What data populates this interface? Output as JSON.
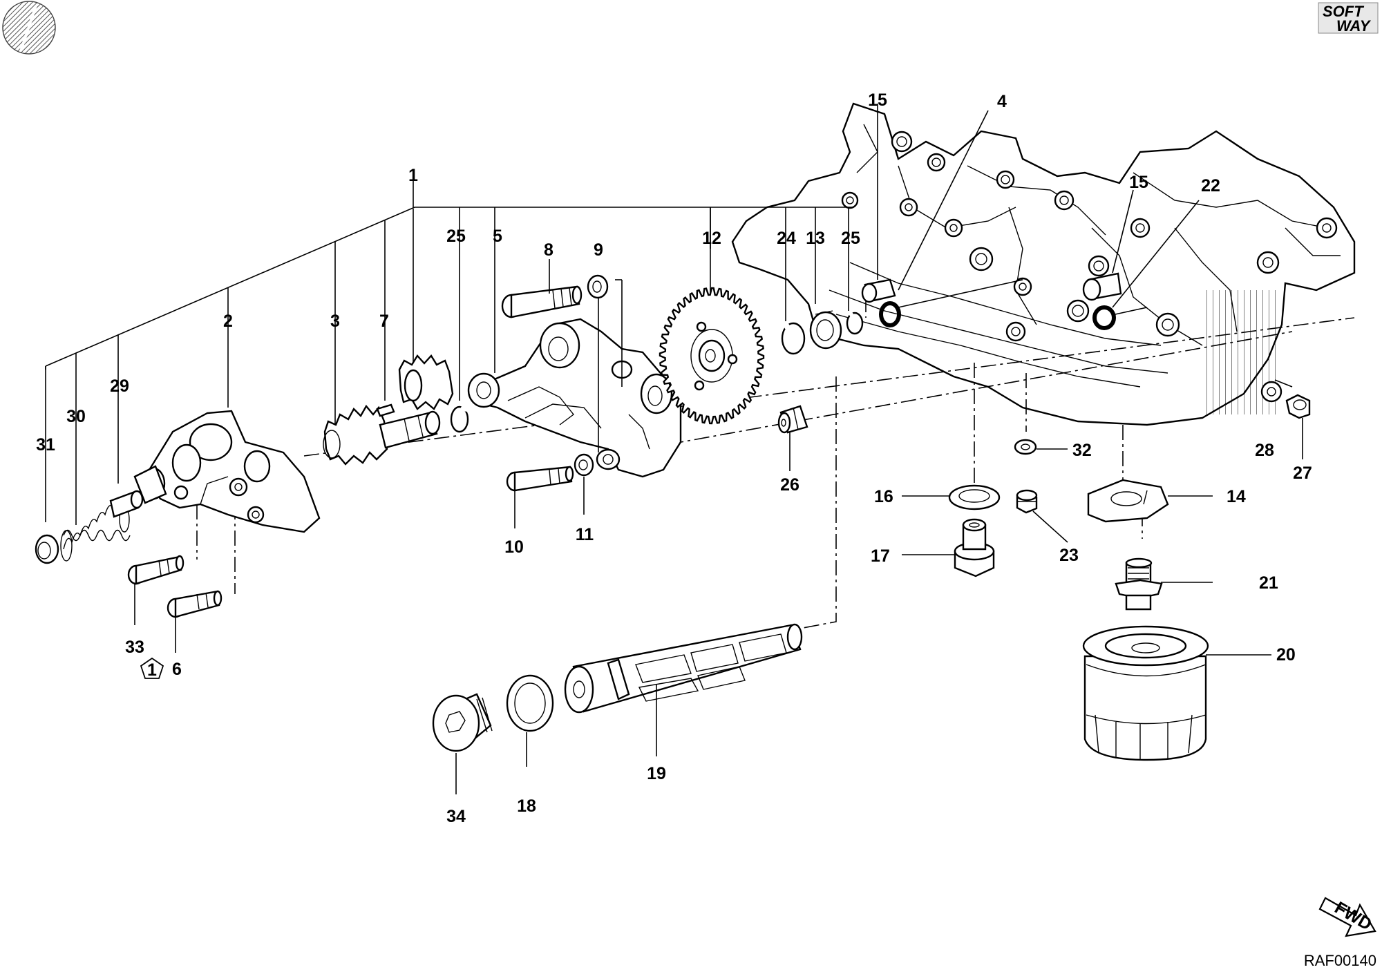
{
  "diagram": {
    "drawing_code": "RAF00140",
    "brand_top": "SOFT",
    "brand_bottom": "WAY",
    "direction_arrow": "FWD",
    "note_symbol": "1",
    "icons": {
      "corner_mark": "hatched-circle-icon",
      "brand": "softway-logo-icon",
      "direction": "fwd-arrow-icon",
      "note": "pentagon-note-icon"
    },
    "labels": {
      "p1": "1",
      "p2": "2",
      "p3": "3",
      "p4": "4",
      "p5": "5",
      "p6": "6",
      "p7": "7",
      "p8": "8",
      "p9": "9",
      "p10": "10",
      "p11": "11",
      "p12": "12",
      "p13": "13",
      "p14": "14",
      "p15a": "15",
      "p15b": "15",
      "p16": "16",
      "p17": "17",
      "p18": "18",
      "p19": "19",
      "p20": "20",
      "p21": "21",
      "p22": "22",
      "p23": "23",
      "p24": "24",
      "p25a": "25",
      "p25b": "25",
      "p26": "26",
      "p27": "27",
      "p28": "28",
      "p29": "29",
      "p30": "30",
      "p31": "31",
      "p32": "32",
      "p33": "33",
      "p34": "34"
    }
  }
}
